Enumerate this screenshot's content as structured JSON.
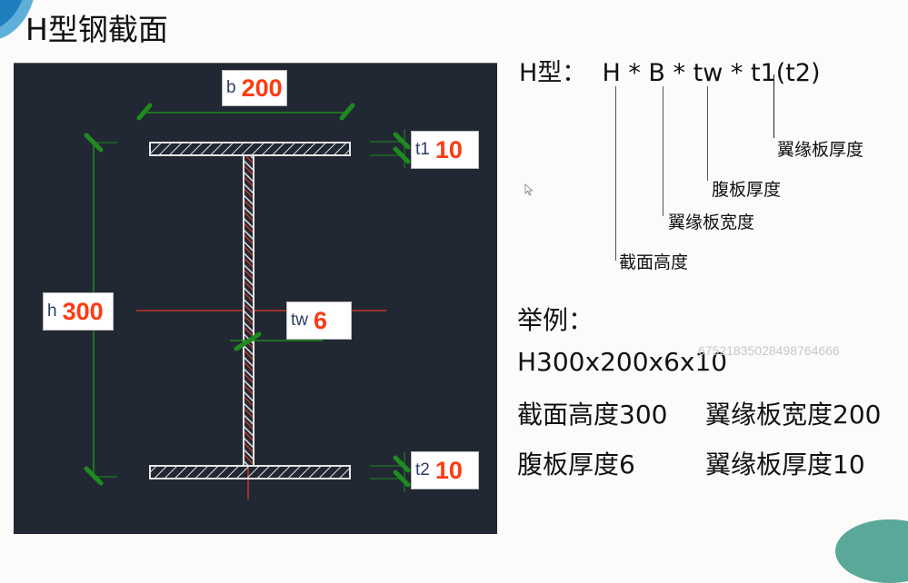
{
  "title": "H型钢截面",
  "diagram": {
    "labels": {
      "b": {
        "symbol": "b",
        "value": "200"
      },
      "t1": {
        "symbol": "t1",
        "value": "10"
      },
      "h": {
        "symbol": "h",
        "value": "300"
      },
      "tw": {
        "symbol": "tw",
        "value": "6"
      },
      "t2": {
        "symbol": "t2",
        "value": "10"
      }
    },
    "colors": {
      "background": "#212833",
      "dimension_line": "#1f8a1f",
      "centerline": "#c0392b",
      "section_outline": "#e6e6e6",
      "value_text": "#ff3a12"
    }
  },
  "formula": {
    "text": "H型：  H * B * tw * t1(t2)",
    "annotations": {
      "t1": "翼缘板厚度",
      "tw": "腹板厚度",
      "B": "翼缘板宽度",
      "H": "截面高度"
    }
  },
  "example": {
    "heading": "举例：",
    "code": "H300x200x6x10",
    "items": [
      "截面高度300",
      "翼缘板宽度200",
      "腹板厚度6",
      "翼缘板厚度10"
    ]
  },
  "watermark": "67521835028498764666"
}
